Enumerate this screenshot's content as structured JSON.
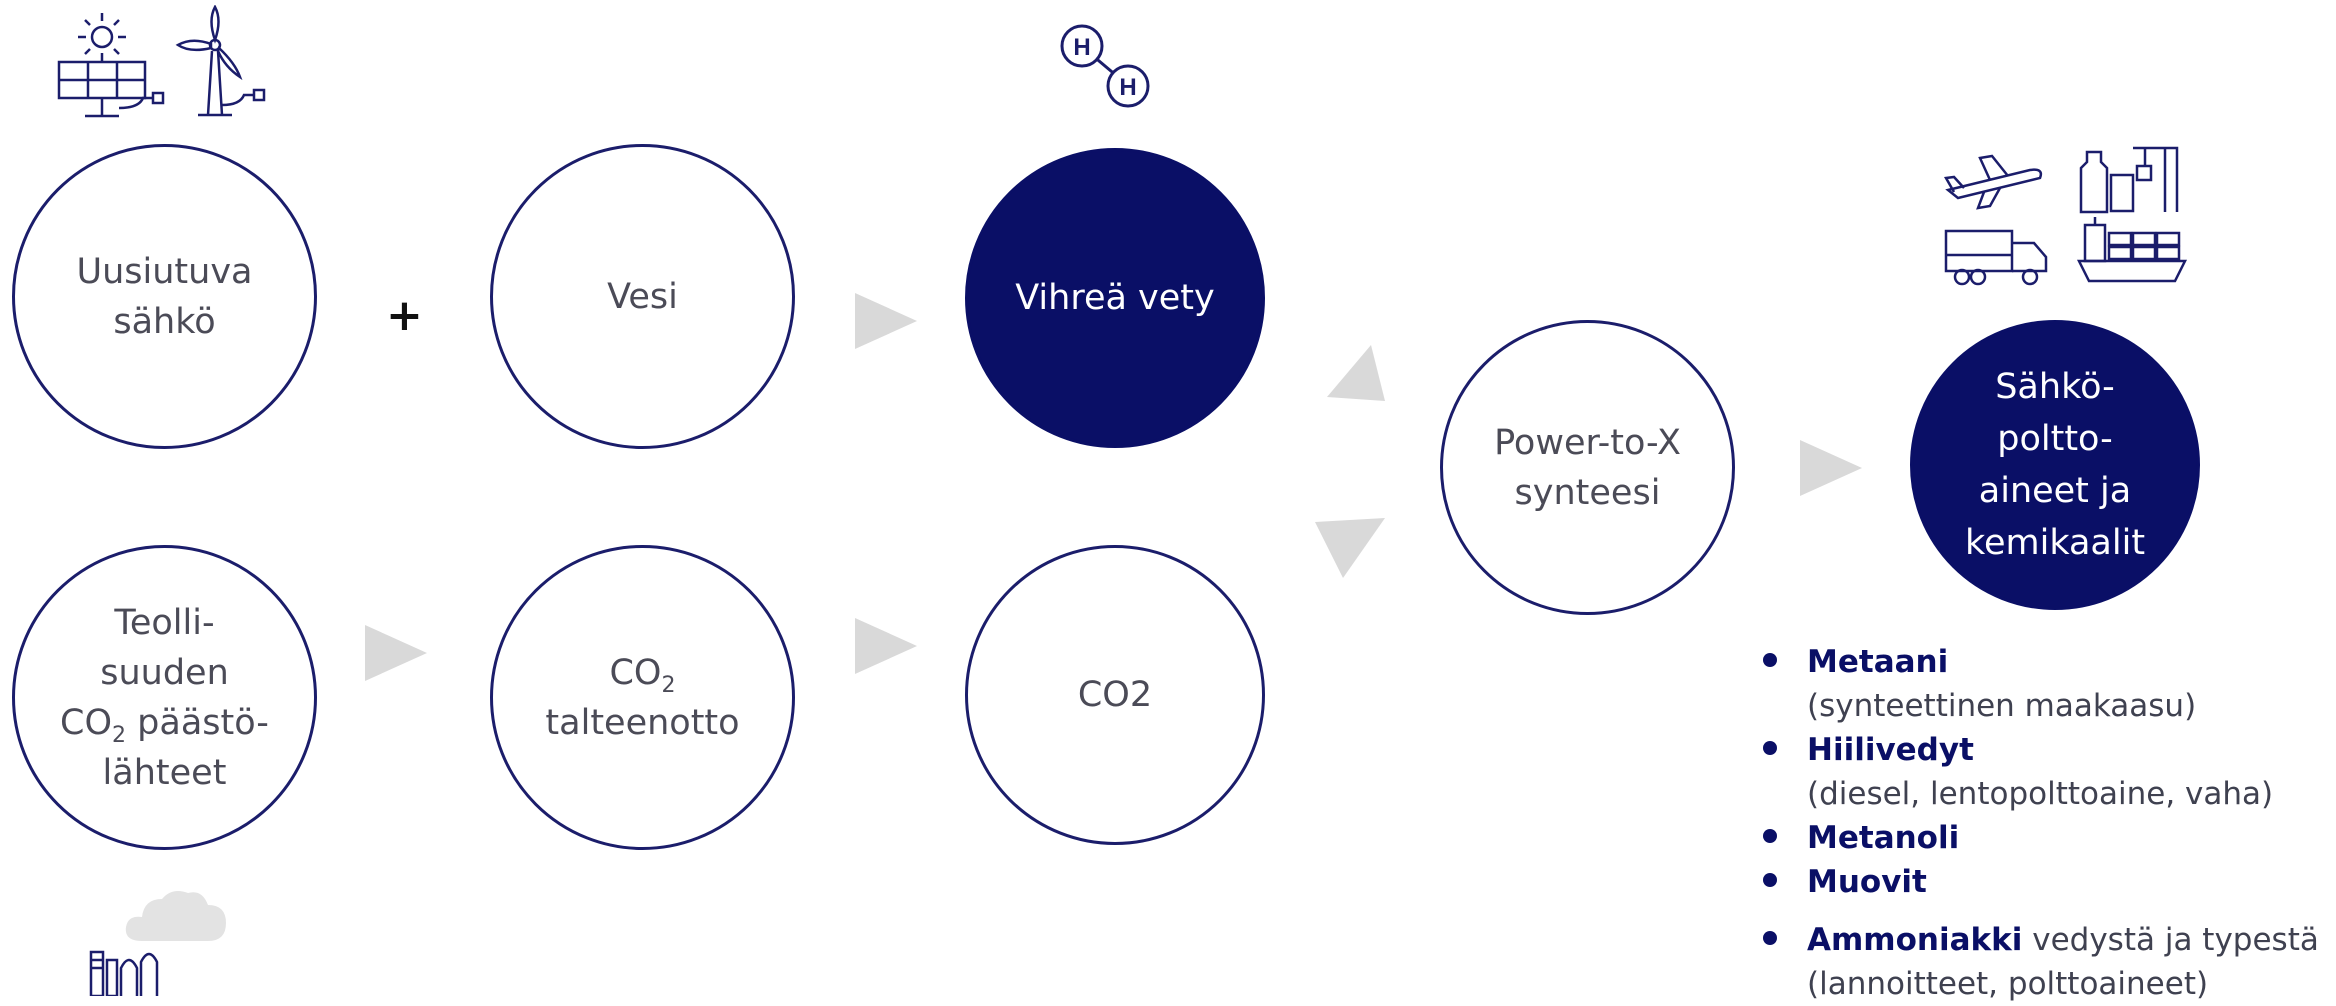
{
  "circles": {
    "renewable": {
      "lines": [
        "Uusiutuva",
        "sähkö"
      ]
    },
    "water": {
      "label": "Vesi"
    },
    "green_hydrogen": {
      "label": "Vihreä vety"
    },
    "ptx": {
      "lines": [
        "Power-to-X",
        "synteesi"
      ]
    },
    "efuels": {
      "lines": [
        "Sähkö-",
        "poltto-",
        "aineet ja",
        "kemikaalit"
      ]
    },
    "industry": {
      "line1": "Teolli-",
      "line2": "suuden",
      "line3_prefix": "CO",
      "line3_sub": "2",
      "line3_suffix": " päästö-",
      "line4": "lähteet"
    },
    "capture": {
      "line1_prefix": "CO",
      "line1_sub": "2",
      "line2": "talteenotto"
    },
    "co2": {
      "label": "CO2"
    }
  },
  "plus_sign": "+",
  "hydrogen_icon": {
    "atom1": "H",
    "atom2": "H"
  },
  "products": [
    {
      "name": "Metaani",
      "detail": "(synteettinen maakaasu)"
    },
    {
      "name": "Hiilivedyt",
      "detail": "(diesel, lentopolttoaine, vaha)"
    },
    {
      "name": "Metanoli",
      "detail": ""
    },
    {
      "name": "Muovit",
      "detail": ""
    },
    {
      "name": "Ammoniakki",
      "suffix": " vedystä ja typestä",
      "detail": "(lannoitteet, polttoaineet)"
    }
  ],
  "icons": [
    "sun-icon",
    "solar-panel-icon",
    "wind-turbine-icon",
    "hydrogen-molecule-icon",
    "airplane-icon",
    "factory-products-icon",
    "truck-icon",
    "cargo-ship-icon",
    "cloud-icon",
    "industrial-plant-icon"
  ],
  "colors": {
    "navy": "#0a0f66",
    "outline": "#1b1d6b",
    "arrow": "#d9d9d9",
    "text": "#4b4b57"
  }
}
